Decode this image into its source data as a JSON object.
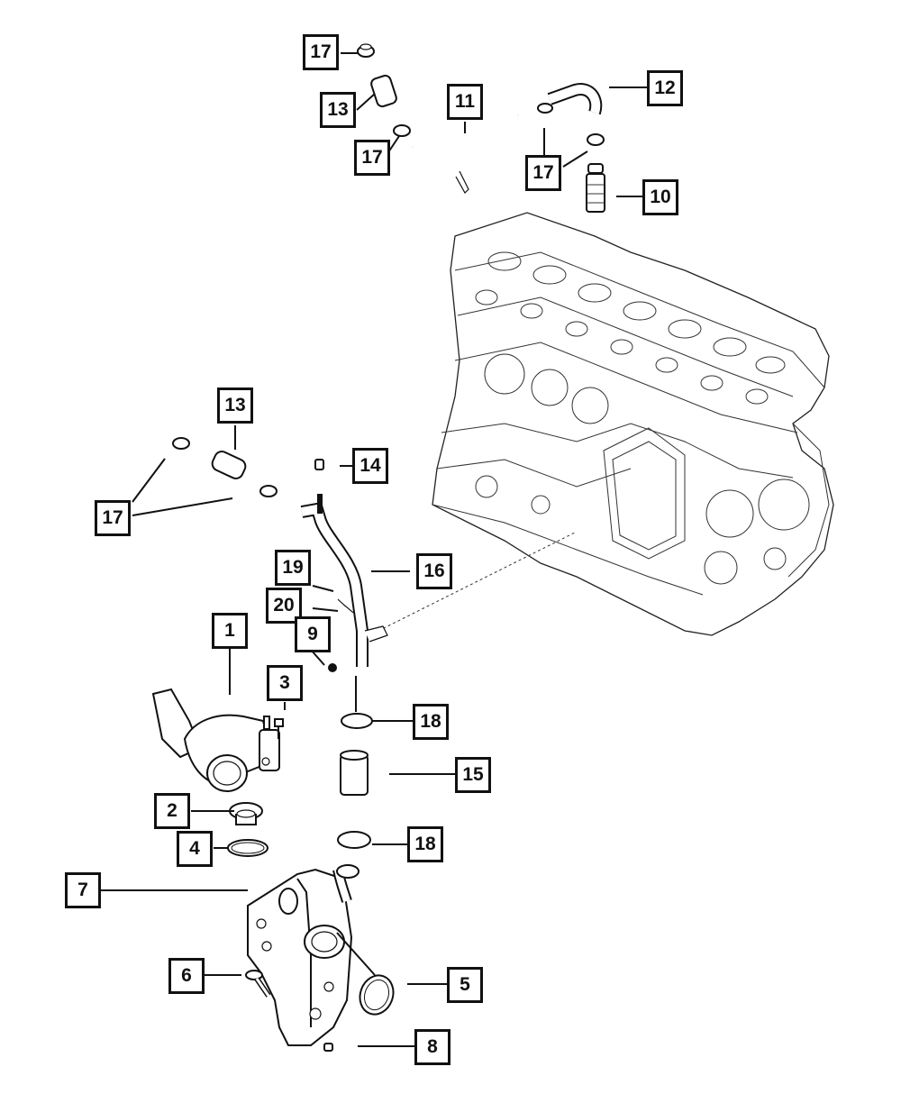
{
  "callouts": [
    {
      "key": "c17a",
      "label": "17"
    },
    {
      "key": "c13a",
      "label": "13"
    },
    {
      "key": "c17b",
      "label": "17"
    },
    {
      "key": "c11",
      "label": "11"
    },
    {
      "key": "c12",
      "label": "12"
    },
    {
      "key": "c17c",
      "label": "17"
    },
    {
      "key": "c10",
      "label": "10"
    },
    {
      "key": "c13b",
      "label": "13"
    },
    {
      "key": "c14",
      "label": "14"
    },
    {
      "key": "c17d",
      "label": "17"
    },
    {
      "key": "c19",
      "label": "19"
    },
    {
      "key": "c16",
      "label": "16"
    },
    {
      "key": "c20",
      "label": "20"
    },
    {
      "key": "c9",
      "label": "9"
    },
    {
      "key": "c1",
      "label": "1"
    },
    {
      "key": "c3",
      "label": "3"
    },
    {
      "key": "c18a",
      "label": "18"
    },
    {
      "key": "c15",
      "label": "15"
    },
    {
      "key": "c2",
      "label": "2"
    },
    {
      "key": "c4",
      "label": "4"
    },
    {
      "key": "c18b",
      "label": "18"
    },
    {
      "key": "c7",
      "label": "7"
    },
    {
      "key": "c6",
      "label": "6"
    },
    {
      "key": "c5",
      "label": "5"
    },
    {
      "key": "c8",
      "label": "8"
    }
  ]
}
